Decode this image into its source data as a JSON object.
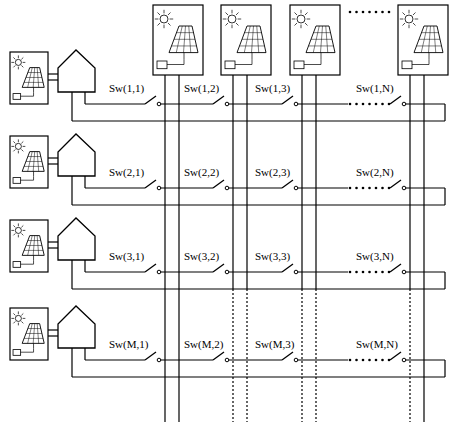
{
  "diagram": {
    "labels": [
      "Sw(1,1)",
      "Sw(1,2)",
      "Sw(1,3)",
      "Sw(1,N)",
      "Sw(2,1)",
      "Sw(2,2)",
      "Sw(2,3)",
      "Sw(2,N)",
      "Sw(3,1)",
      "Sw(3,2)",
      "Sw(3,3)",
      "Sw(3,N)",
      "Sw(M,1)",
      "Sw(M,2)",
      "Sw(M,3)",
      "Sw(M,N)"
    ]
  }
}
